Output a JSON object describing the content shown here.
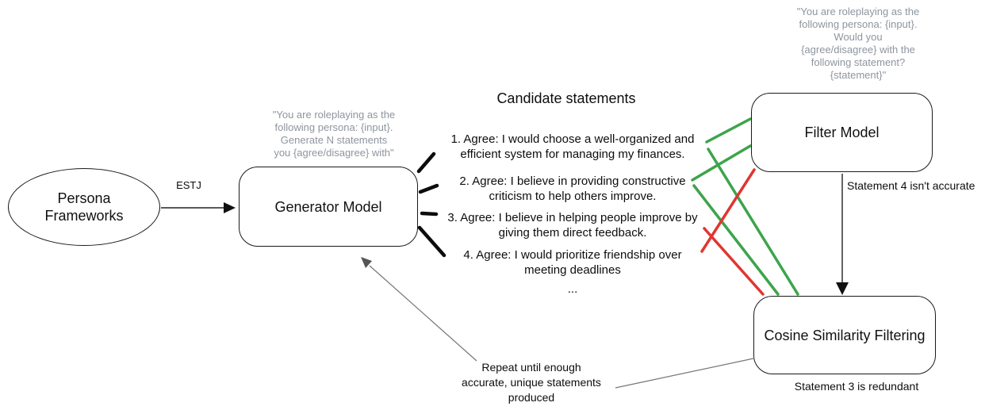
{
  "colors": {
    "accept_green": "#3da44b",
    "reject_red": "#e03531",
    "prompt_gray": "#8e959e",
    "connector_gray": "#777777",
    "node_border": "#1a1a1a"
  },
  "nodes": {
    "persona_frameworks": {
      "label": "Persona\nFrameworks"
    },
    "generator_model": {
      "label": "Generator Model"
    },
    "filter_model": {
      "label": "Filter Model"
    },
    "cosine_filtering": {
      "label": "Cosine Similarity Filtering"
    }
  },
  "edges": {
    "estj_label": "ESTJ"
  },
  "prompts": {
    "generator": "\"You are roleplaying as the\nfollowing persona: {input}.\nGenerate N statements\nyou {agree/disagree} with\"",
    "filter": "\"You are roleplaying as the\nfollowing persona: {input}.\nWould you\n{agree/disagree} with the\nfollowing statement?\n{statement}\""
  },
  "statements": {
    "title": "Candidate statements",
    "list": [
      {
        "text": "1. Agree: I would choose a well-organized and\nefficient system for managing my finances."
      },
      {
        "text": "2. Agree: I believe in providing constructive\ncriticism to help others improve."
      },
      {
        "text": "3. Agree: I believe in helping people improve by\ngiving them direct feedback."
      },
      {
        "text": "4. Agree: I would prioritize friendship over\nmeeting deadlines"
      }
    ],
    "ellipsis": "..."
  },
  "notes": {
    "statement4": "Statement 4 isn't accurate",
    "statement3": "Statement 3 is redundant",
    "repeat": "Repeat until enough\naccurate, unique statements\nproduced"
  }
}
